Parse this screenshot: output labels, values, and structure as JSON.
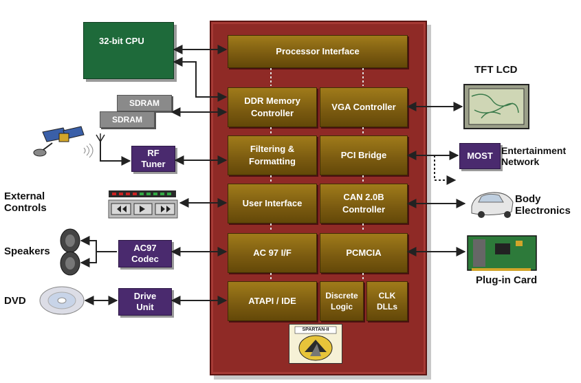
{
  "cpu": {
    "label": "32-bit CPU"
  },
  "sdram": [
    "SDRAM",
    "SDRAM"
  ],
  "blocks": {
    "processor_interface": "Processor Interface",
    "ddr_line1": "DDR Memory",
    "ddr_line2": "Controller",
    "vga": "VGA Controller",
    "filtering_line1": "Filtering &",
    "filtering_line2": "Formatting",
    "pci": "PCI Bridge",
    "user_interface": "User Interface",
    "can_line1": "CAN 2.0B",
    "can_line2": "Controller",
    "ac97_if": "AC 97 I/F",
    "pcmcia": "PCMCIA",
    "atapi": "ATAPI / IDE",
    "discrete_line1": "Discrete",
    "discrete_line2": "Logic",
    "clk_line1": "CLK",
    "clk_line2": "DLLs"
  },
  "peripherals": {
    "rf_line1": "RF",
    "rf_line2": "Tuner",
    "ac97_line1": "AC97",
    "ac97_line2": "Codec",
    "drive_line1": "Drive",
    "drive_line2": "Unit",
    "most": "MOST"
  },
  "labels": {
    "tft": "TFT LCD",
    "entertainment_line1": "Entertainment",
    "entertainment_line2": "Network",
    "body_line1": "Body",
    "body_line2": "Electronics",
    "plugin": "Plug-in Card",
    "external_line1": "External",
    "external_line2": "Controls",
    "speakers": "Speakers",
    "dvd": "DVD"
  },
  "logo": {
    "text": "SPARTAN-II"
  },
  "colors": {
    "chip": "#8f2a26",
    "block": "#7a5a10",
    "peripheral": "#4a2a6e",
    "cpu": "#1e6a3a"
  }
}
